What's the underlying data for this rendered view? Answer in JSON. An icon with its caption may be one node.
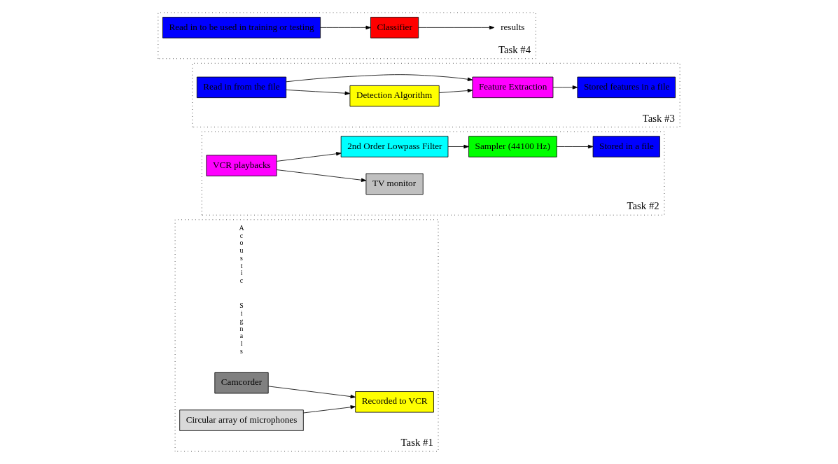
{
  "diagram": {
    "nodes": [
      {
        "text": [
          "Task #1"
        ]
      },
      {
        "text": [
          "Camcorder"
        ],
        "in": 0
      },
      {
        "text": [
          "Recorded to VCR"
        ],
        "in": 0
      },
      {
        "text": [
          "Circular array of microphones"
        ],
        "in": 0
      },
      {
        "text": [
          "Task #2"
        ]
      },
      {
        "text": [
          "VCR playbacks"
        ],
        "in": 4
      },
      {
        "text": [
          "TV monitor"
        ],
        "in": 4
      },
      {
        "text": [
          "2nd Order Lowpass Filter"
        ],
        "in": 4
      },
      {
        "text": [
          "Sampler (44100 Hz)"
        ],
        "in": 4
      },
      {
        "text": [
          "Stored in a file"
        ],
        "in": 4
      },
      {
        "text": [
          "Task #3"
        ]
      },
      {
        "text": [
          "Read in from the file"
        ],
        "in": 10
      },
      {
        "text": [
          "Detection Algorithm"
        ],
        "in": 10
      },
      {
        "text": [
          "Feature Extraction"
        ],
        "in": 10
      },
      {
        "text": [
          "Stored features in a file"
        ],
        "in": 10
      },
      {
        "text": [
          "Task #4"
        ]
      },
      {
        "text": [
          "results"
        ],
        "in": 15
      },
      {
        "text": [
          "Classifier"
        ],
        "in": 15
      },
      {
        "text": [
          "Read in to be used in training or testing"
        ],
        "in": 15
      }
    ],
    "edges": [
      {
        "from": 1,
        "to": 2,
        "arrow": "to"
      },
      {
        "from": 3,
        "to": 2,
        "arrow": "to"
      },
      {
        "from": 5,
        "to": 6,
        "arrow": "to"
      },
      {
        "from": 5,
        "to": 7,
        "arrow": "to"
      },
      {
        "from": 7,
        "to": 8,
        "arrow": "to"
      },
      {
        "from": 8,
        "to": 9,
        "arrow": "to"
      },
      {
        "from": 11,
        "to": 12,
        "arrow": "to"
      },
      {
        "from": 11,
        "to": 13,
        "arrow": "to"
      },
      {
        "from": 12,
        "to": 13,
        "arrow": "to"
      },
      {
        "from": 13,
        "to": 14,
        "arrow": "to"
      },
      {
        "from": 17,
        "to": 16,
        "arrow": "to"
      },
      {
        "from": 18,
        "to": 17,
        "arrow": "to"
      }
    ],
    "labels": [
      "Acoustic",
      "Signals"
    ]
  }
}
